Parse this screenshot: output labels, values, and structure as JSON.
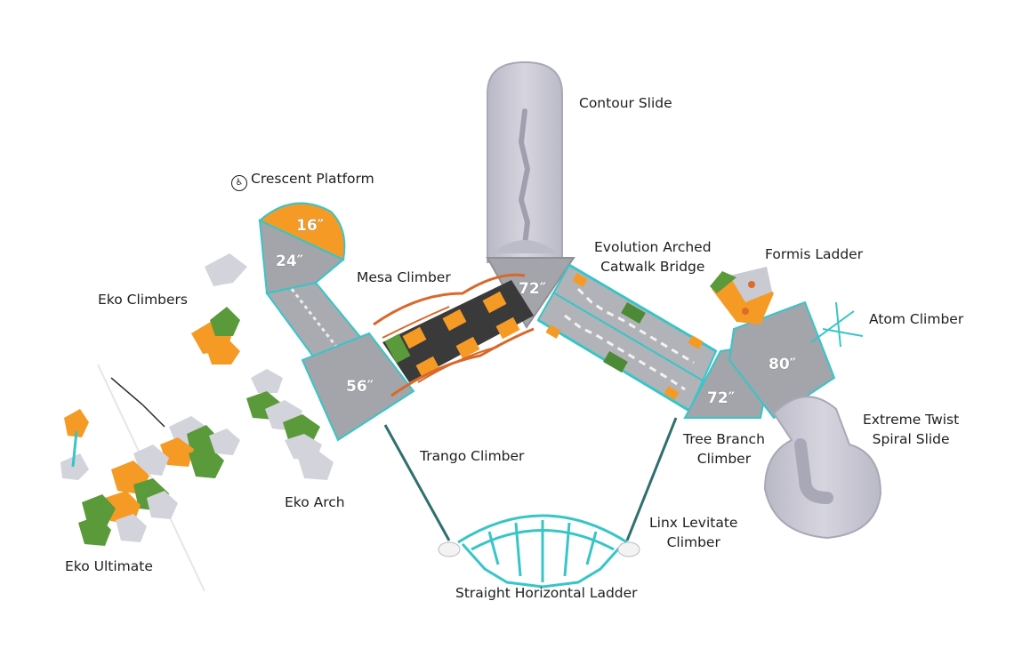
{
  "colors": {
    "deck": "#a7a9ad",
    "deck_dark": "#8e9095",
    "slide": "#c7c6d2",
    "slide_edge": "#b4b3c1",
    "orange": "#f59b25",
    "green": "#5a9a3a",
    "teal": "#37c5c8",
    "rust": "#d9682a",
    "rock_gray": "#cfd0d8"
  },
  "icons": {
    "accessible": "wheelchair-accessible-icon"
  },
  "labels": {
    "contour_slide": "Contour Slide",
    "crescent_platform": "Crescent Platform",
    "mesa_climber": "Mesa Climber",
    "evolution_bridge_line1": "Evolution Arched",
    "evolution_bridge_line2": "Catwalk Bridge",
    "formis_ladder": "Formis Ladder",
    "atom_climber": "Atom Climber",
    "eko_climbers": "Eko Climbers",
    "extreme_twist_line1": "Extreme Twist",
    "extreme_twist_line2": "Spiral Slide",
    "trango_climber": "Trango Climber",
    "tree_branch_line1": "Tree Branch",
    "tree_branch_line2": "Climber",
    "eko_arch": "Eko Arch",
    "linx_line1": "Linx Levitate",
    "linx_line2": "Climber",
    "eko_ultimate": "Eko Ultimate",
    "straight_ladder": "Straight Horizontal Ladder"
  },
  "heights": {
    "crescent_top": "16″",
    "crescent_deck": "24″",
    "deck_left": "56″",
    "deck_center": "72″",
    "deck_right_small": "72″",
    "deck_right_large": "80″"
  }
}
